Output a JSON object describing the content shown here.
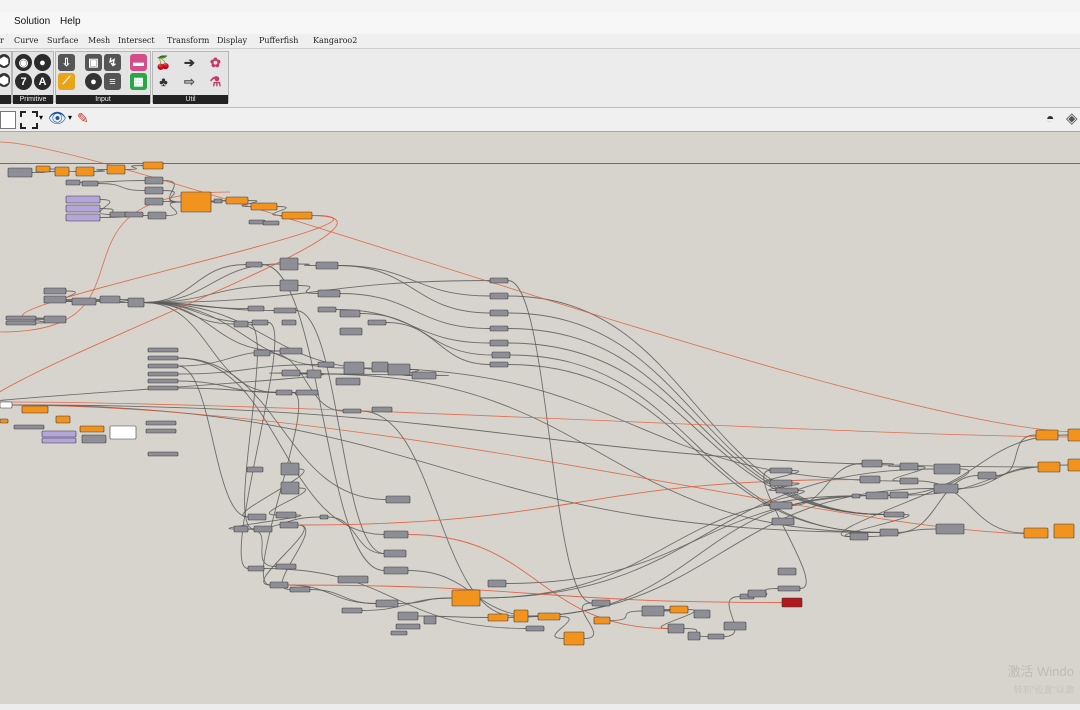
{
  "menu": {
    "items": [
      "Solution",
      "Help"
    ]
  },
  "tabs": [
    "r",
    "Curve",
    "Surface",
    "Mesh",
    "Intersect",
    "Transform",
    "Display",
    "Pufferfish",
    "Kangaroo2"
  ],
  "toolbar": {
    "groups": [
      {
        "label": "Primitive"
      },
      {
        "label": "Input"
      },
      {
        "label": "Util"
      }
    ]
  },
  "canvas": {
    "watermark_line1": "激活 Windo",
    "watermark_line2": "转到\"设置\"以激"
  },
  "colors": {
    "canvas_bg": "#d6d4cc",
    "component_gray": "#8e8e96",
    "component_orange": "#f2931e",
    "component_purple": "#b4a6d8",
    "component_red": "#b0181c",
    "wire_gray": "#5a5a5a",
    "wire_red": "#e05535"
  }
}
